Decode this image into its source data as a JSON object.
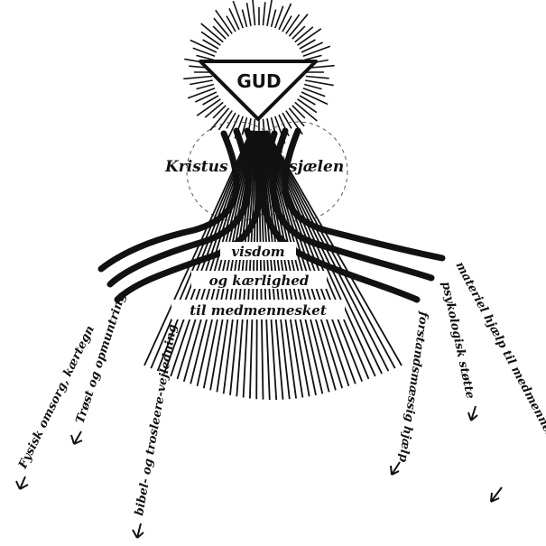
{
  "diagram": {
    "center": {
      "god": "GUD"
    },
    "sides": {
      "left": "Kristus",
      "right": "sjælen"
    },
    "middle_lines": [
      "visdom",
      "og kærlighed",
      "til medmennesket"
    ],
    "branches_left": [
      "Fysisk omsorg, kærtegn",
      "Trøst og opmuntring",
      "bibel- og trosleere-vejledning"
    ],
    "branches_right": [
      "materiel hjælp til medmennesket",
      "psykologisk støtte",
      "forstandsmæssig hjælp"
    ],
    "colors": {
      "ink": "#111111",
      "background": "#ffffff"
    }
  }
}
